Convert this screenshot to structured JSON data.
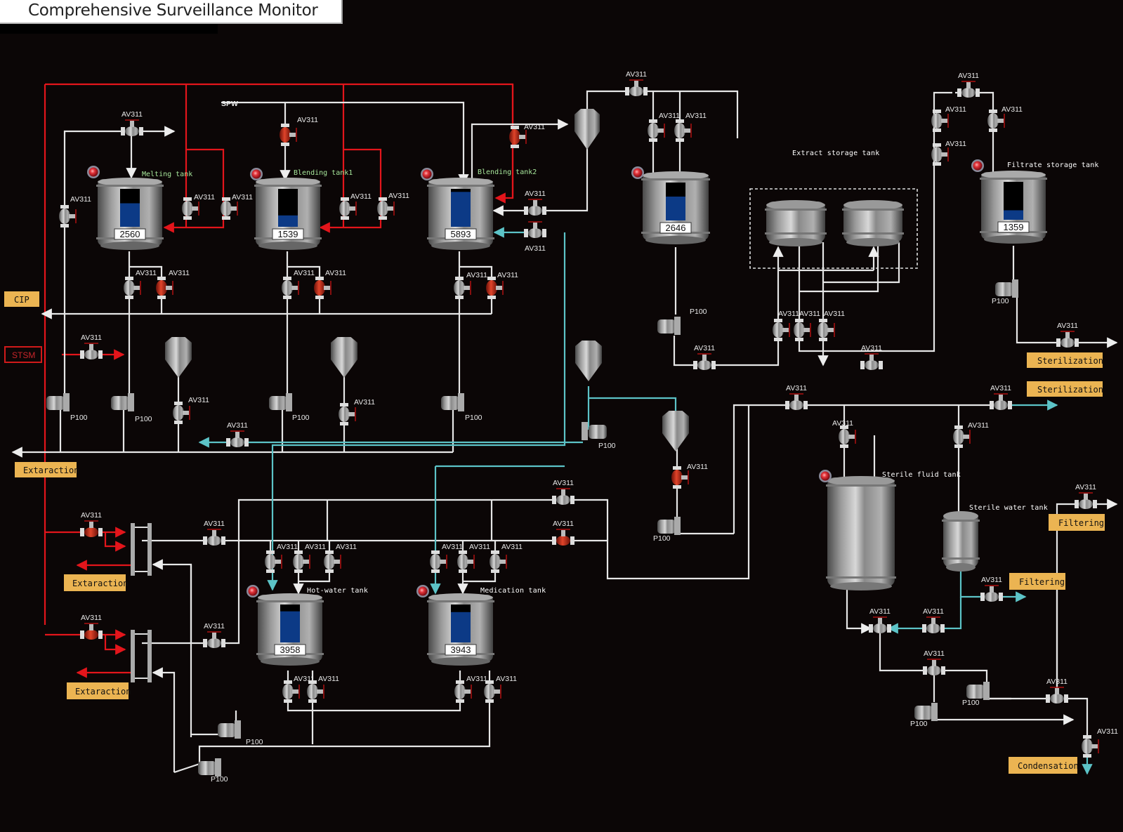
{
  "app": {
    "title": "Comprehensive Surveillance Monitor"
  },
  "colors": {
    "background": "#0b0606",
    "pipe_white": "#e6e6e6",
    "pipe_red": "#e3151b",
    "pipe_cyan": "#5cc3c7",
    "button_fill": "#ebb452",
    "level_fill": "#0c3a86",
    "alarm_light": "#e2323a"
  },
  "labels": {
    "spw": "SPW",
    "valve": "AV311",
    "pump": "P100"
  },
  "buttons": {
    "cip": "CIP",
    "stsm": "STSM",
    "extraction_1": "Extaraction",
    "extraction_2": "Extaraction",
    "extraction_3": "Extaraction",
    "sterilization_1": "Sterilization",
    "sterilization_2": "Sterilization",
    "filtering_1": "Filtering",
    "filtering_2": "Filtering",
    "condensation": "Condensation"
  },
  "tanks": {
    "melting": {
      "name": "Melting tank",
      "value": "2560",
      "level": 0.62
    },
    "blending1": {
      "name": "Blending tank1",
      "value": "1539",
      "level": 0.3
    },
    "blending2": {
      "name": "Blending tank2",
      "value": "5893",
      "level": 0.92
    },
    "tank4": {
      "name": "",
      "value": "2646",
      "level": 0.63
    },
    "filtrate": {
      "name": "Filtrate storage tank",
      "value": "1359",
      "level": 0.25
    },
    "hotwater": {
      "name": "Hot-water tank",
      "value": "3958",
      "level": 0.82
    },
    "medication": {
      "name": "Medication tank",
      "value": "3943",
      "level": 0.8
    },
    "extract_storage": {
      "name": "Extract storage tank"
    },
    "sterile_fluid": {
      "name": "Sterile fluid tank"
    },
    "sterile_water": {
      "name": "Sterile water tank"
    }
  }
}
